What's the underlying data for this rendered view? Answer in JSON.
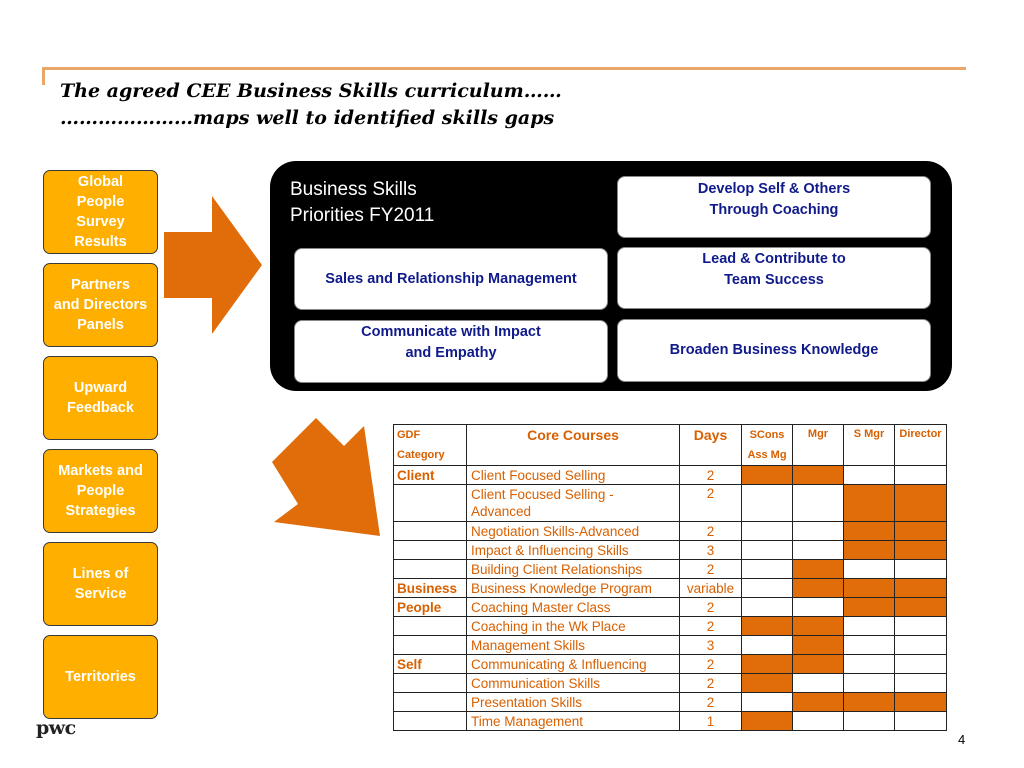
{
  "title": {
    "line1": "The agreed CEE Business Skills curriculum……",
    "line2": "…………………maps well to identified skills gaps"
  },
  "sources": [
    {
      "label": "Global\nPeople\n Survey\nResults"
    },
    {
      "label": "Partners\nand Directors\nPanels"
    },
    {
      "label": "Upward\nFeedback"
    },
    {
      "label": "Markets and\nPeople\nStrategies"
    },
    {
      "label": "Lines of\nService"
    },
    {
      "label": "Territories"
    }
  ],
  "priorities": {
    "title": "Business Skills\nPriorities FY2011",
    "items": [
      "Develop Self & Others\nThrough Coaching",
      "Sales and Relationship Management",
      "Lead & Contribute to\nTeam Success",
      "Communicate with Impact\nand Empathy",
      "Broaden Business Knowledge"
    ]
  },
  "table": {
    "headers": {
      "gdf_category": "GDF\nCategory",
      "core_courses": "Core Courses",
      "days": "Days",
      "scons": "SCons\nAss Mg",
      "mgr": "Mgr",
      "smgr": "S Mgr",
      "director": "Director"
    },
    "rows": [
      {
        "category": "Client",
        "course": "Client Focused Selling",
        "days": "2",
        "levels": [
          1,
          1,
          0,
          0
        ]
      },
      {
        "category": "",
        "course": "Client Focused Selling -\nAdvanced",
        "days": "2",
        "levels": [
          0,
          0,
          1,
          1
        ]
      },
      {
        "category": "",
        "course": "Negotiation Skills-Advanced",
        "days": "2",
        "levels": [
          0,
          0,
          1,
          1
        ]
      },
      {
        "category": "",
        "course": "Impact & Influencing Skills",
        "days": "3",
        "levels": [
          0,
          0,
          1,
          1
        ]
      },
      {
        "category": "",
        "course": "Building Client Relationships",
        "days": "2",
        "levels": [
          0,
          1,
          0,
          0
        ]
      },
      {
        "category": "Business",
        "course": "Business Knowledge Program",
        "days": "variable",
        "levels": [
          0,
          1,
          1,
          1
        ]
      },
      {
        "category": "People",
        "course": "Coaching Master Class",
        "days": "2",
        "levels": [
          0,
          0,
          1,
          1
        ]
      },
      {
        "category": "",
        "course": "Coaching in the Wk Place",
        "days": "2",
        "levels": [
          1,
          1,
          0,
          0
        ]
      },
      {
        "category": "",
        "course": "Management Skills",
        "days": "3",
        "levels": [
          0,
          1,
          0,
          0
        ]
      },
      {
        "category": "Self",
        "course": "Communicating & Influencing",
        "days": "2",
        "levels": [
          1,
          1,
          0,
          0
        ]
      },
      {
        "category": "",
        "course": "Communication Skills",
        "days": "2",
        "levels": [
          1,
          0,
          0,
          0
        ]
      },
      {
        "category": "",
        "course": "Presentation Skills",
        "days": "2",
        "levels": [
          0,
          1,
          1,
          1
        ]
      },
      {
        "category": "",
        "course": "Time Management",
        "days": "1",
        "levels": [
          1,
          0,
          0,
          0
        ]
      }
    ]
  },
  "colors": {
    "source_box": "#ffaf00",
    "arrow": "#e06c0a",
    "priority_text": "#101a8a",
    "table_text": "#d86000",
    "fill": "#e06c0a"
  },
  "footer": {
    "logo": "pwc",
    "page_number": "4"
  }
}
